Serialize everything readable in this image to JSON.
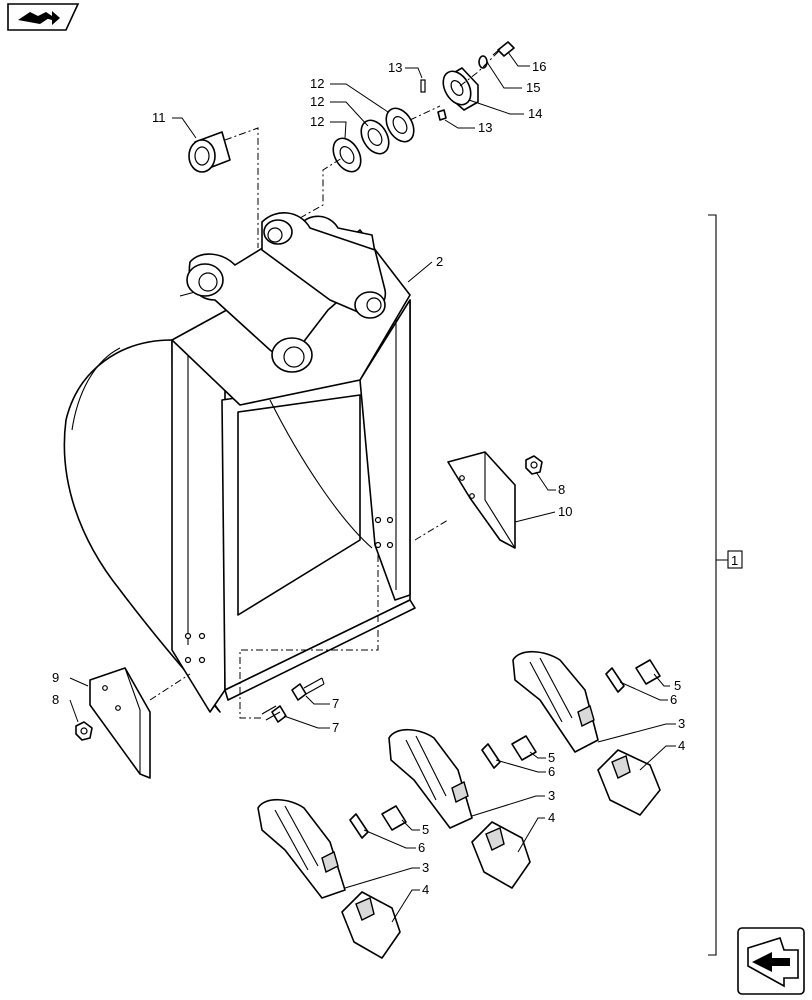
{
  "callouts": {
    "c1": "1",
    "c2": "2",
    "c3a": "3",
    "c3b": "3",
    "c3c": "3",
    "c4a": "4",
    "c4b": "4",
    "c4c": "4",
    "c5a": "5",
    "c5b": "5",
    "c5c": "5",
    "c6a": "6",
    "c6b": "6",
    "c6c": "6",
    "c7a": "7",
    "c7b": "7",
    "c8a": "8",
    "c8b": "8",
    "c9": "9",
    "c10": "10",
    "c11": "11",
    "c12a": "12",
    "c12b": "12",
    "c12c": "12",
    "c13a": "13",
    "c13b": "13",
    "c14": "14",
    "c15": "15",
    "c16": "16"
  },
  "icons": {
    "top_nav": "book-arrow-icon",
    "bottom_nav": "page-arrow-icon"
  }
}
